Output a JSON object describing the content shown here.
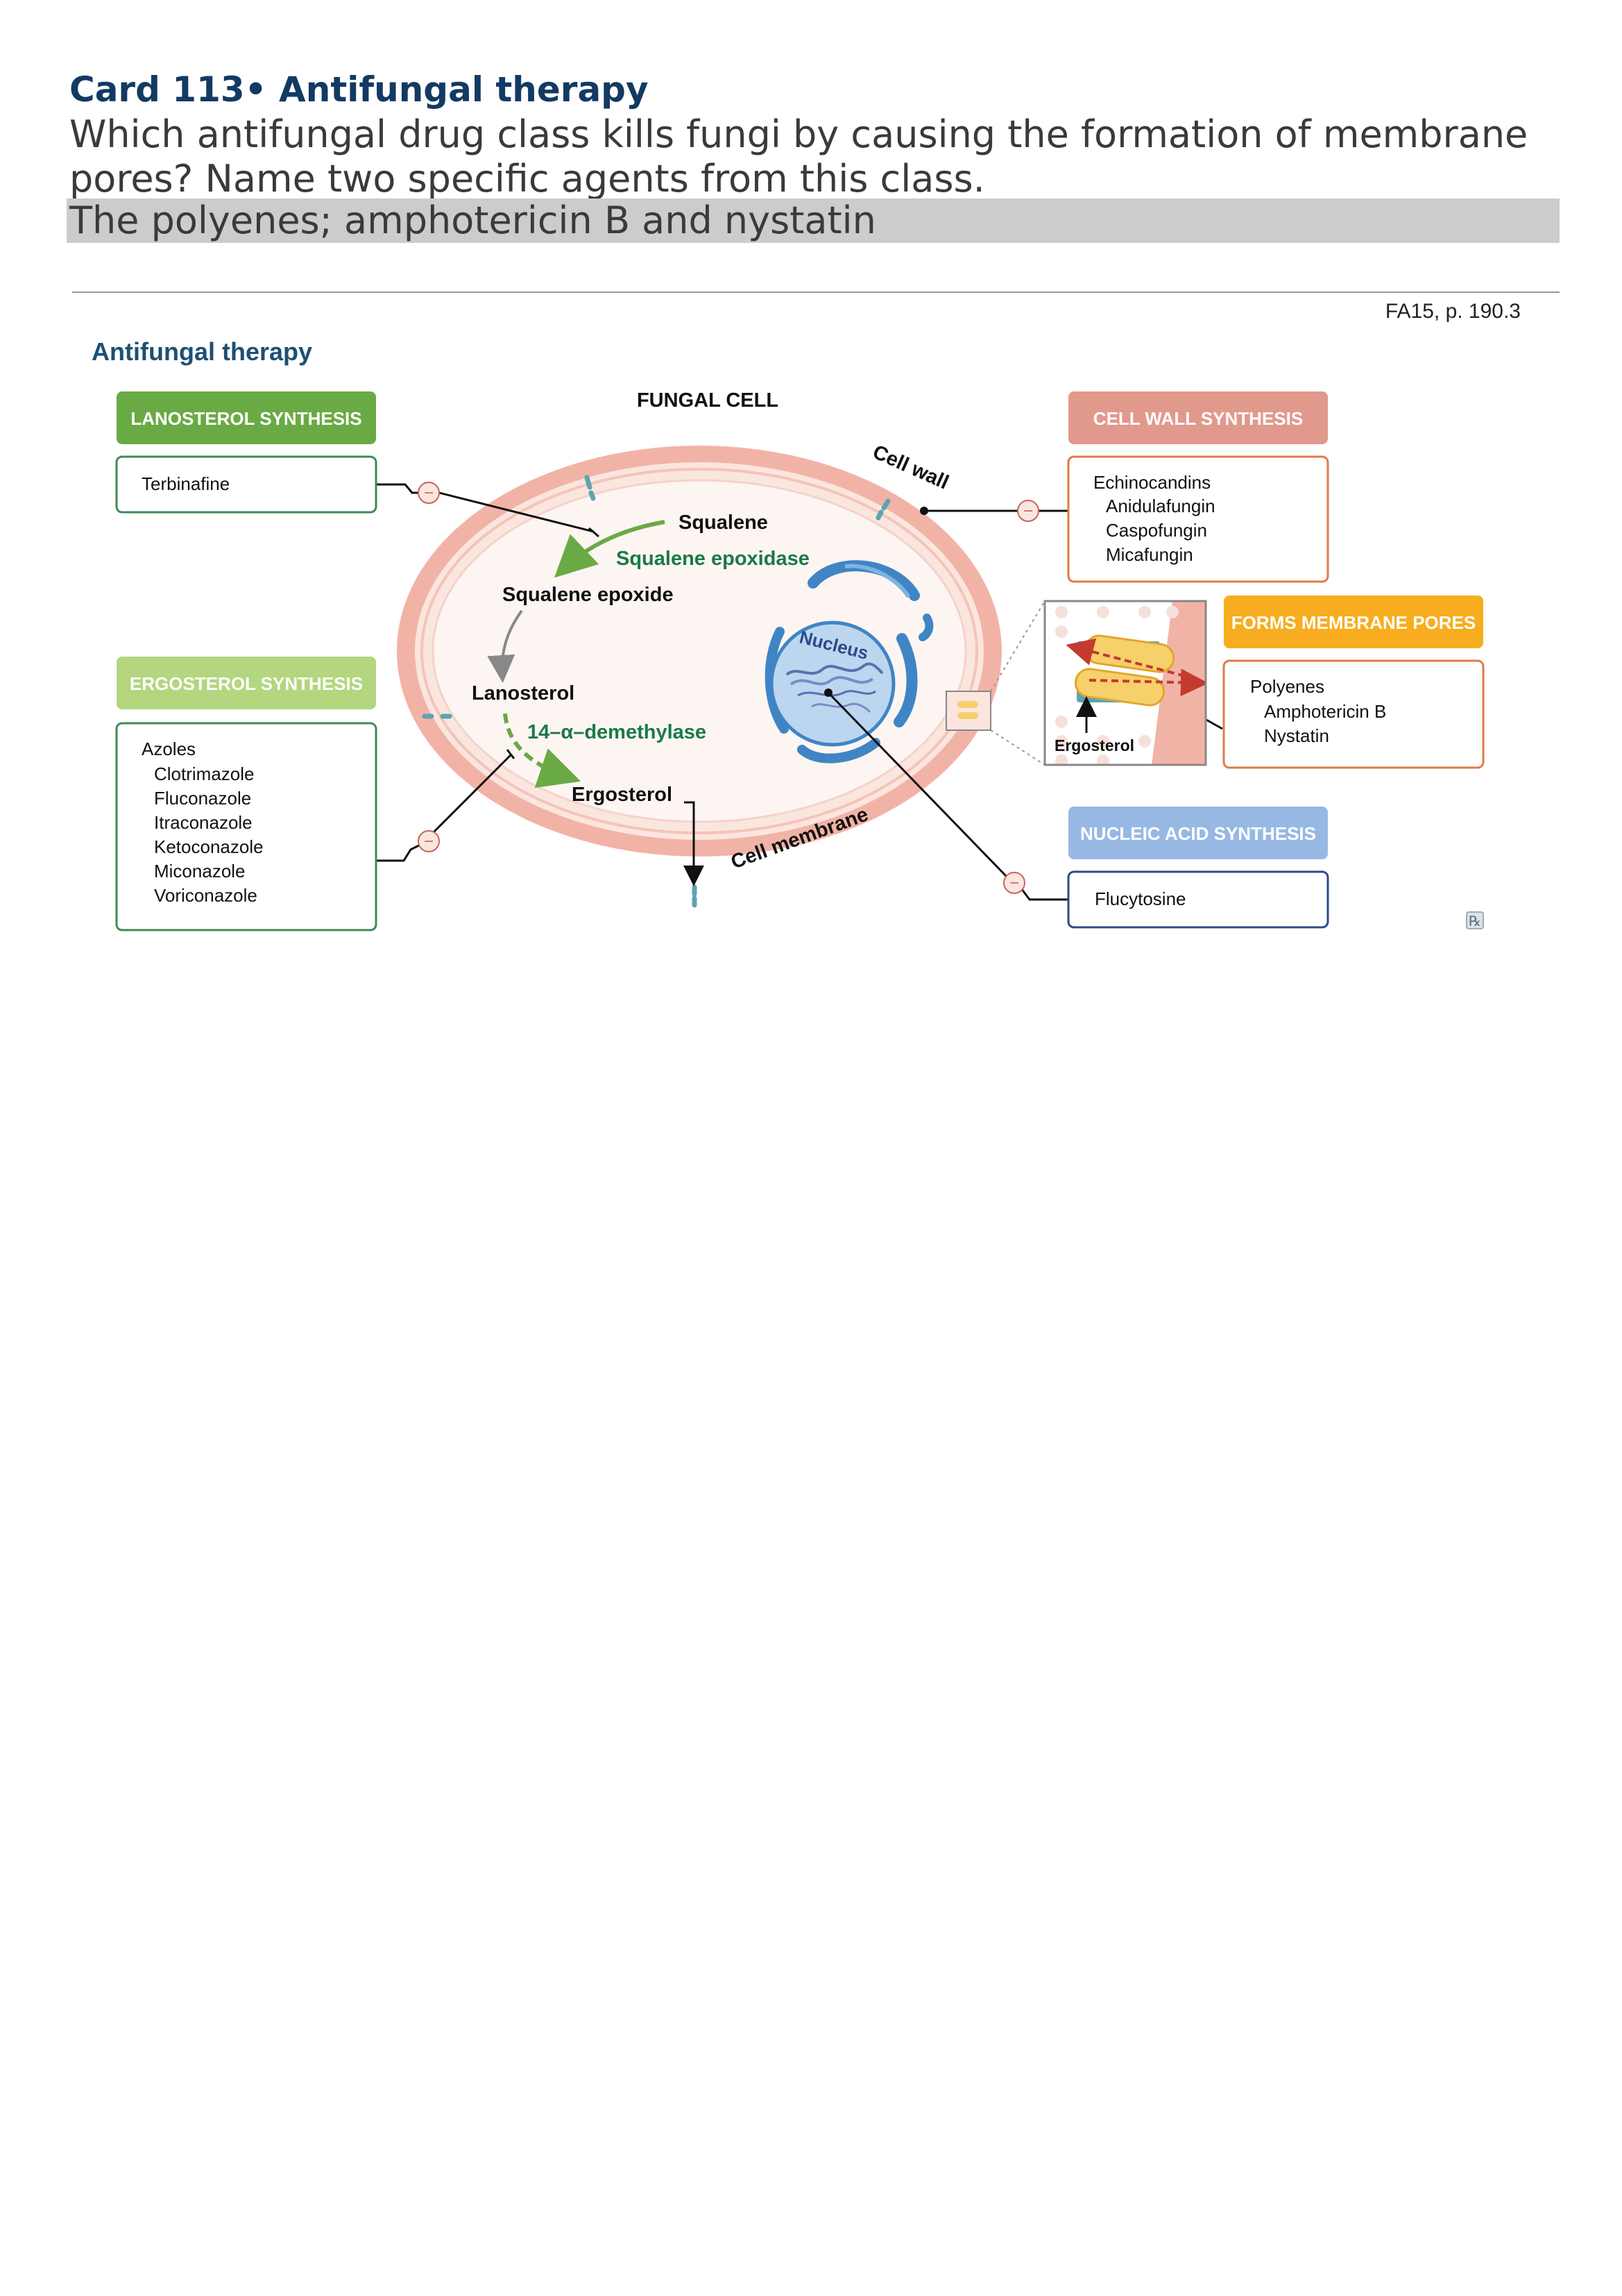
{
  "card": {
    "title": "Card 113• Antifungal therapy",
    "question": "Which antifungal drug class kills fungi by causing the formation of membrane pores? Name two specific agents from this class.",
    "answer": "The polyenes; amphotericin B and nystatin"
  },
  "reference": "FA15, p. 190.3",
  "figure": {
    "title": "Antifungal therapy",
    "cell_title": "FUNGAL CELL",
    "labels": {
      "cell_wall": "Cell wall",
      "cell_membrane": "Cell membrane",
      "nucleus": "Nucleus",
      "squalene": "Squalene",
      "squalene_epoxidase": "Squalene epoxidase",
      "squalene_epoxide": "Squalene epoxide",
      "lanosterol": "Lanosterol",
      "demethylase": "14–α–demethylase",
      "ergosterol": "Ergosterol",
      "inset_ergosterol": "Ergosterol"
    },
    "panels": {
      "lanosterol_synthesis": {
        "header": "LANOSTEROL SYNTHESIS",
        "drugs": [
          "Terbinafine"
        ]
      },
      "ergosterol_synthesis": {
        "header": "ERGOSTEROL SYNTHESIS",
        "class": "Azoles",
        "drugs": [
          "Clotrimazole",
          "Fluconazole",
          "Itraconazole",
          "Ketoconazole",
          "Miconazole",
          "Voriconazole"
        ]
      },
      "cell_wall_synthesis": {
        "header": "CELL WALL SYNTHESIS",
        "class": "Echinocandins",
        "drugs": [
          "Anidulafungin",
          "Caspofungin",
          "Micafungin"
        ]
      },
      "membrane_pores": {
        "header": "FORMS MEMBRANE PORES",
        "class": "Polyenes",
        "drugs": [
          "Amphotericin B",
          "Nystatin"
        ]
      },
      "nucleic_acid_synthesis": {
        "header": "NUCLEIC ACID SYNTHESIS",
        "drugs": [
          "Flucytosine"
        ]
      }
    },
    "inhibit_symbol": "−",
    "rx_symbol": "℞",
    "colors": {
      "lanosterol_header": "#6aaa45",
      "ergosterol_header": "#b3d67f",
      "cell_wall_header": "#e1998c",
      "pores_header": "#f7ad1f",
      "nucleic_header": "#98b8e4",
      "cell_wall": "#f2b3a7",
      "nucleus": "#bcd6f0",
      "enzyme_text": "#1a7a47",
      "title_blue": "#1d5072"
    }
  }
}
